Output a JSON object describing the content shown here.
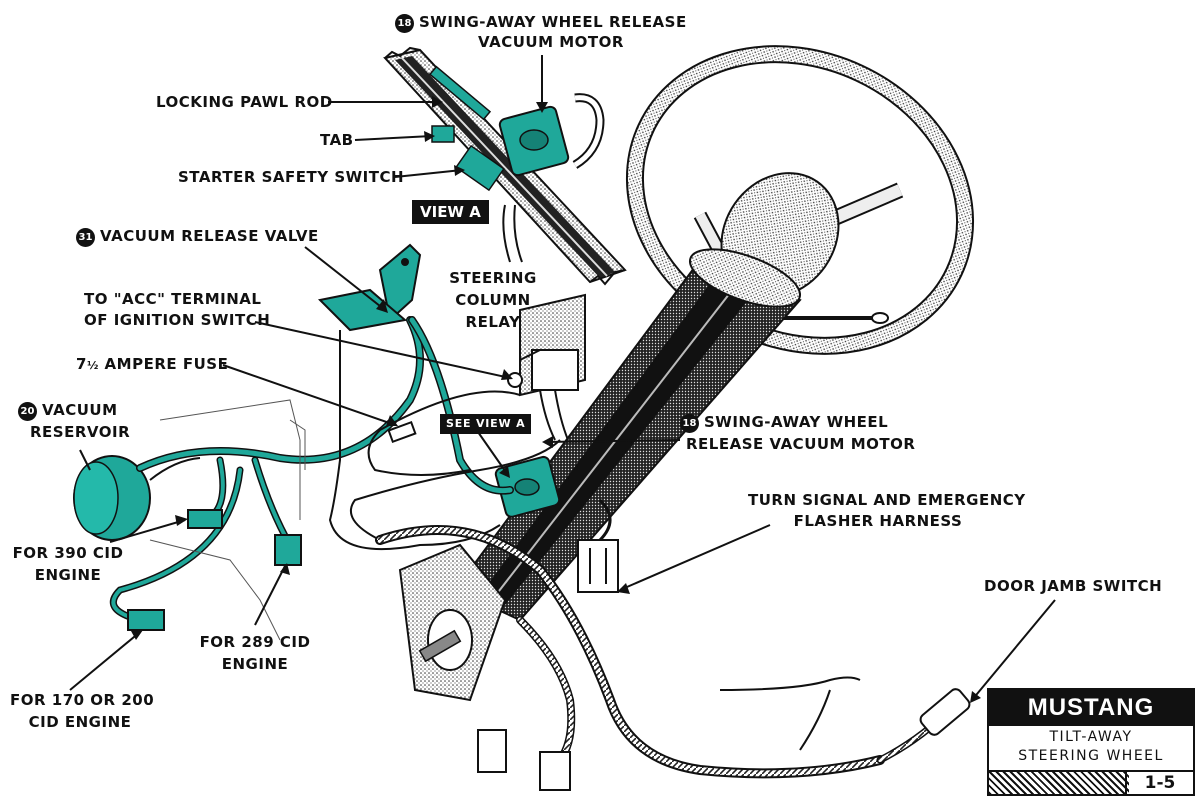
{
  "colors": {
    "ink": "#111111",
    "vacuum_component": "#1fa89a",
    "paper": "#ffffff"
  },
  "view_a": {
    "callout_num": "18",
    "title": "SWING-AWAY WHEEL RELEASE",
    "title_line2": "VACUUM MOTOR",
    "locking_pawl_rod": "LOCKING PAWL ROD",
    "tab": "TAB",
    "starter_safety_switch": "STARTER SAFETY SWITCH",
    "view_label": "VIEW A"
  },
  "labels": {
    "vacuum_release_valve_num": "31",
    "vacuum_release_valve": "VACUUM RELEASE VALVE",
    "acc_terminal_line1": "TO \"ACC\" TERMINAL",
    "acc_terminal_line2": "OF IGNITION SWITCH",
    "fuse_number": "7",
    "fuse_fraction": "½",
    "fuse_rest": " AMPERE FUSE",
    "vacuum_reservoir_num": "20",
    "vacuum_reservoir_line1": "VACUUM",
    "vacuum_reservoir_line2": "RESERVOIR",
    "steering_relay_line1": "STEERING",
    "steering_relay_line2": "COLUMN",
    "steering_relay_line3": "RELAY",
    "see_view_a": "SEE VIEW A",
    "motor_num": "18",
    "motor_line1": "SWING-AWAY WHEEL",
    "motor_line2": "RELEASE VACUUM MOTOR",
    "turn_signal_line1": "TURN SIGNAL AND EMERGENCY",
    "turn_signal_line2": "FLASHER HARNESS",
    "door_jamb_switch": "DOOR JAMB SWITCH",
    "cid390_line1": "FOR 390 CID",
    "cid390_line2": "ENGINE",
    "cid289_line1": "FOR 289 CID",
    "cid289_line2": "ENGINE",
    "cid170_line1": "FOR 170 OR 200",
    "cid170_line2": "CID ENGINE"
  },
  "title_block": {
    "heading": "MUSTANG",
    "line1": "TILT-AWAY",
    "line2": "STEERING WHEEL",
    "page": "1-5"
  }
}
